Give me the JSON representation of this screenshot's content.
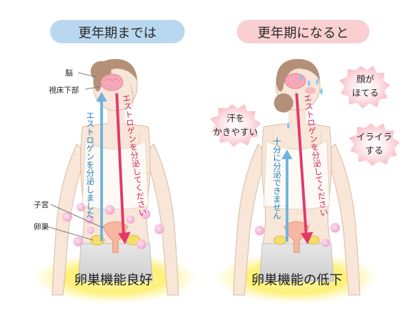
{
  "left_panel": {
    "title": "更年期までは",
    "label_brain": "脳",
    "label_hypothalamus": "視床下部",
    "label_uterus": "子宮",
    "label_ovary": "卵巣",
    "arrow_up_text": "エストロゲンを分泌しました",
    "arrow_down_text": "エストロゲンを分泌してください",
    "caption": "卵巣機能良好"
  },
  "right_panel": {
    "title": "更年期になると",
    "arrow_up_text": "十分に分泌できません",
    "arrow_down_text": "エストロゲンを分泌してください",
    "caption": "卵巣機能の低下",
    "symptoms": [
      {
        "line1": "汗を",
        "line2": "かきやすい"
      },
      {
        "line1": "顔が",
        "line2": "ほてる"
      },
      {
        "line1": "イライラ",
        "line2": "する"
      }
    ]
  },
  "colors": {
    "blue_accent": "#6fb3df",
    "red_accent": "#e2386c",
    "skin": "#f8e6d8",
    "hair": "#b59078"
  }
}
